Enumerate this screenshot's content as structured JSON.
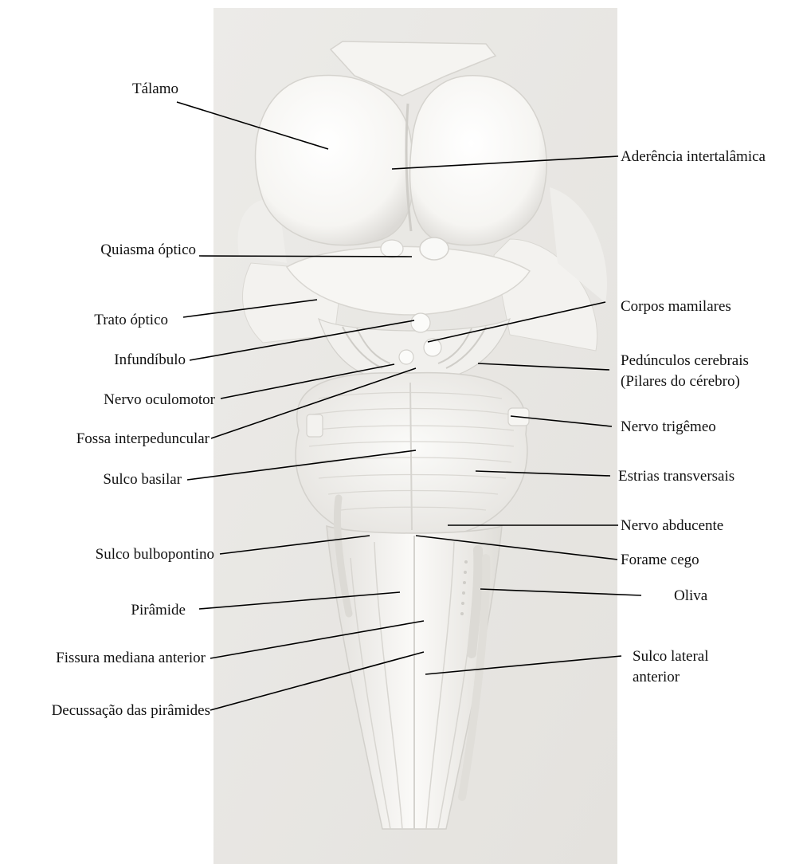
{
  "labels_left": [
    {
      "id": "talamo",
      "text": "Tálamo"
    },
    {
      "id": "quiasma",
      "text": "Quiasma óptico"
    },
    {
      "id": "trato",
      "text": "Trato óptico"
    },
    {
      "id": "infundibulo",
      "text": "Infundíbulo"
    },
    {
      "id": "oculomotor",
      "text": "Nervo oculomotor"
    },
    {
      "id": "fossa",
      "text": "Fossa interpeduncular"
    },
    {
      "id": "sulco-basilar",
      "text": "Sulco basilar"
    },
    {
      "id": "bulbopontino",
      "text": "Sulco bulbopontino"
    },
    {
      "id": "piramide",
      "text": "Pirâmide"
    },
    {
      "id": "fissura",
      "text": "Fissura mediana anterior"
    },
    {
      "id": "decussacao",
      "text": "Decussação das pirâmides"
    }
  ],
  "labels_right": [
    {
      "id": "aderencia",
      "text": "Aderência intertalâmica"
    },
    {
      "id": "mamilares",
      "text": "Corpos mamilares"
    },
    {
      "id": "pedunculos",
      "lines": [
        "Pedúnculos cerebrais",
        "(Pilares do cérebro)"
      ]
    },
    {
      "id": "trigemeo",
      "text": "Nervo trigêmeo"
    },
    {
      "id": "estrias",
      "text": "Estrias transversais"
    },
    {
      "id": "abducente",
      "text": "Nervo abducente"
    },
    {
      "id": "forame",
      "text": "Forame cego"
    },
    {
      "id": "oliva",
      "text": "Oliva"
    },
    {
      "id": "sulco-lateral",
      "lines": [
        "Sulco lateral",
        "anterior"
      ]
    }
  ],
  "colors": {
    "leader_line": "#000000",
    "background_panel": "#e9e7e4",
    "model_plaster": "#f7f6f3"
  }
}
